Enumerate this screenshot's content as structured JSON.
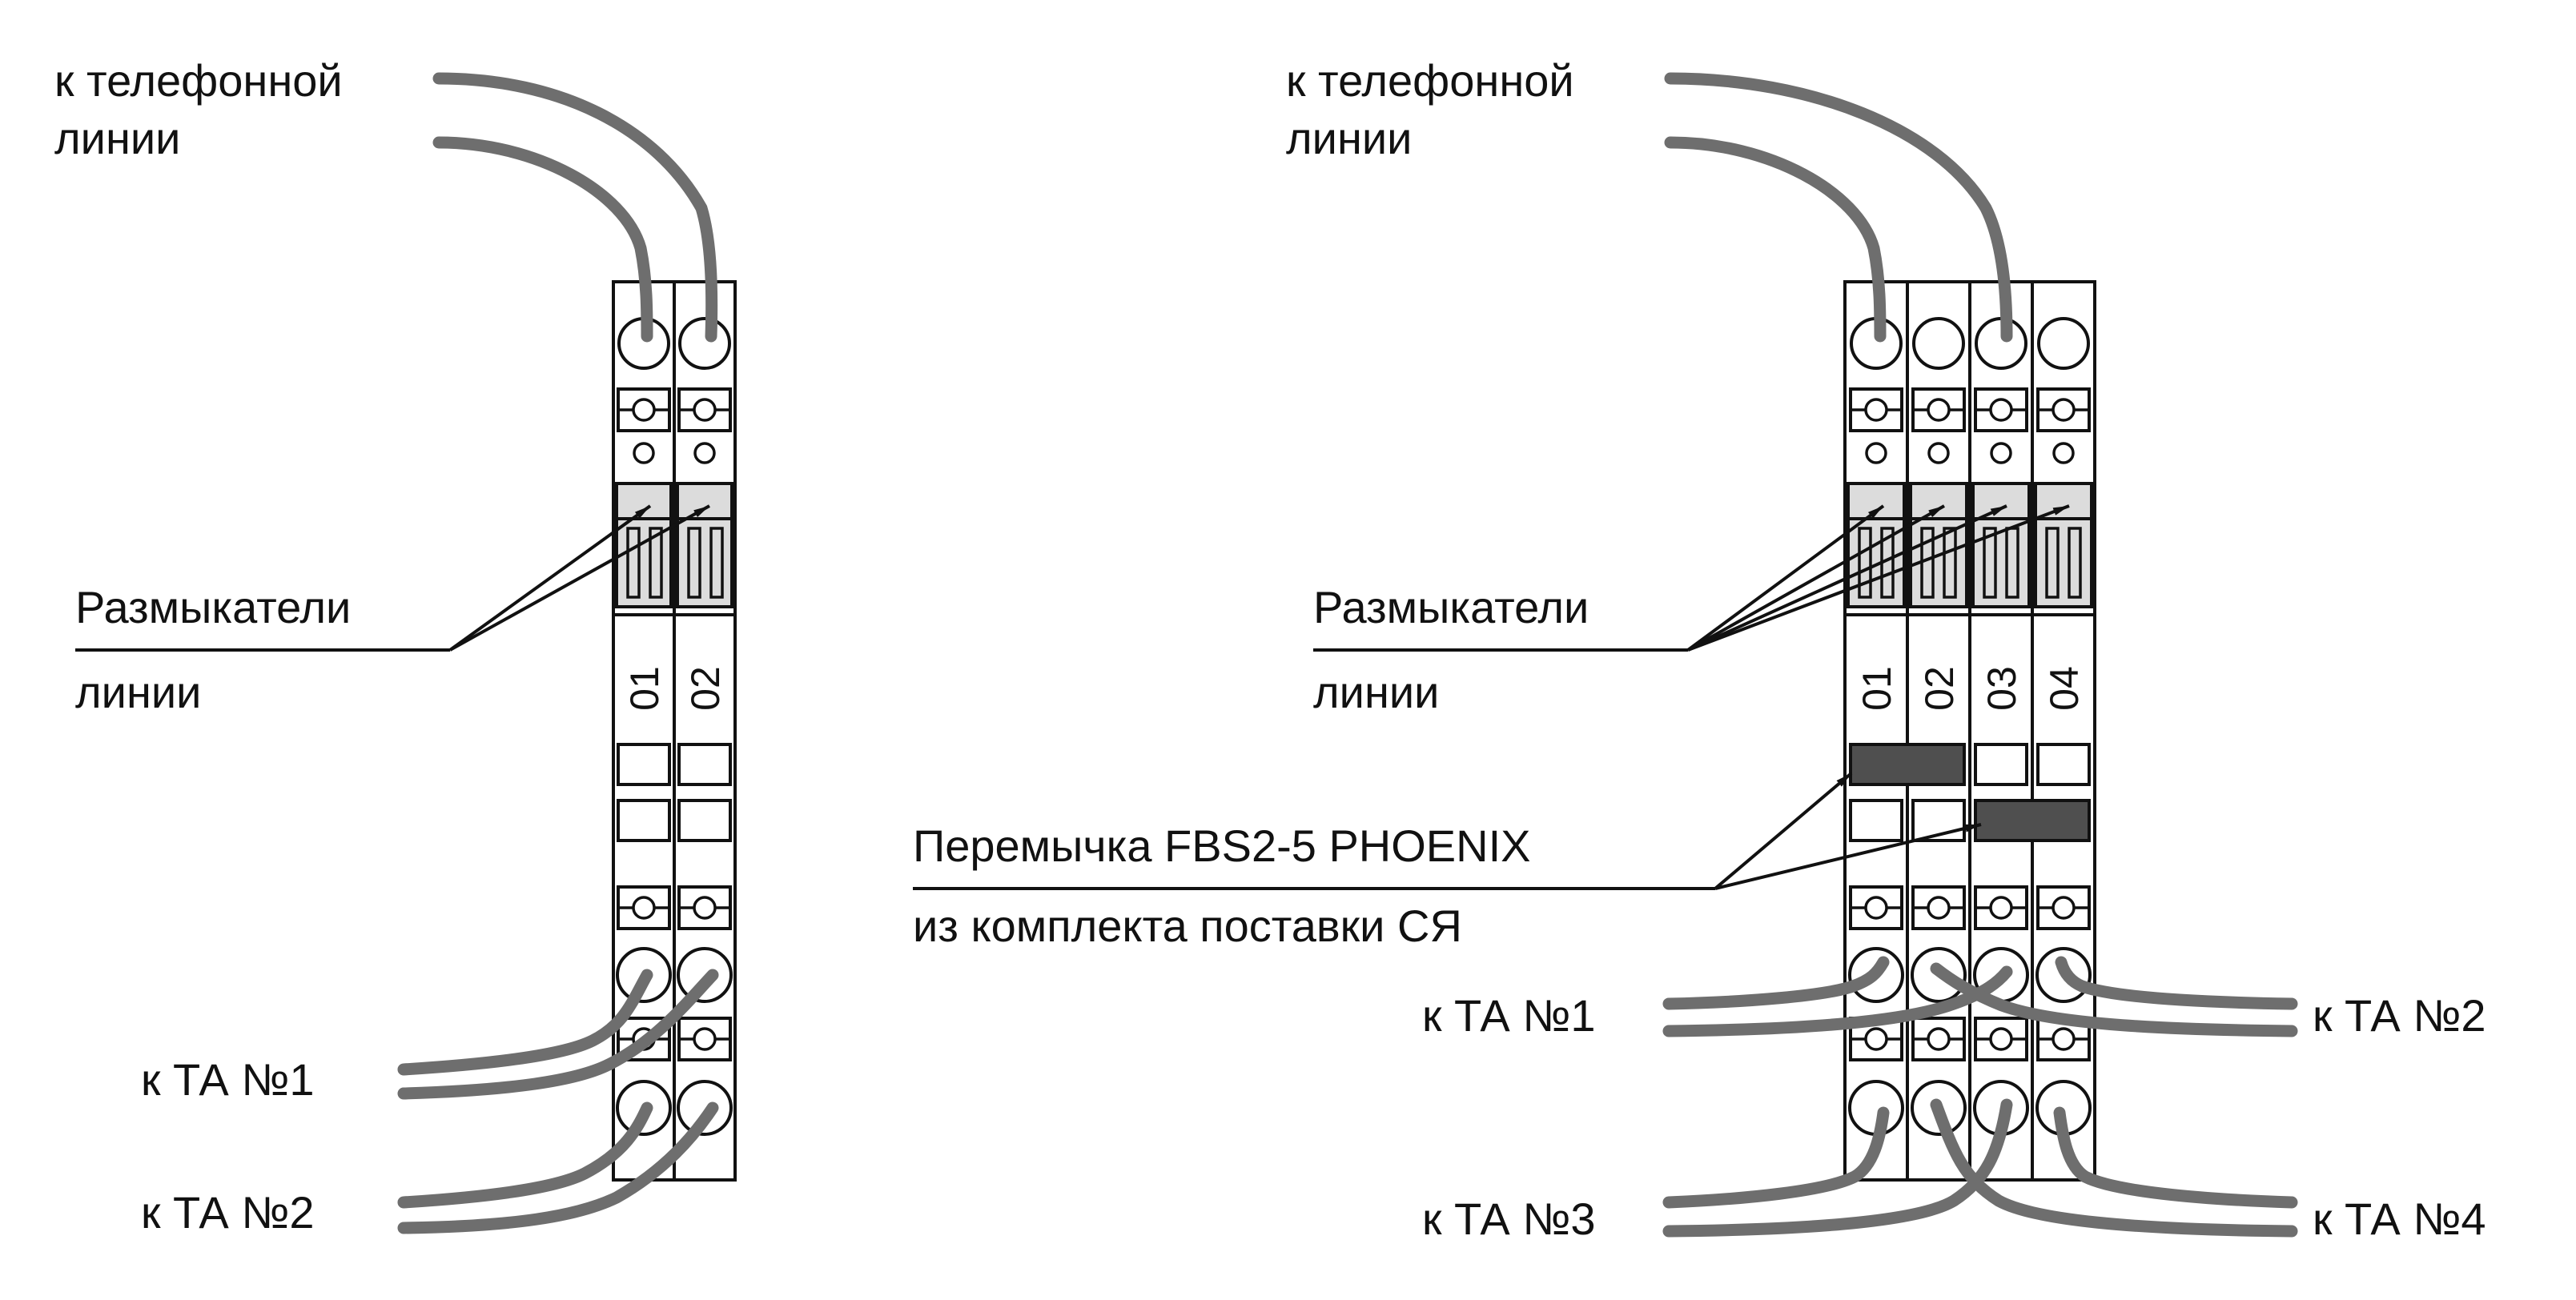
{
  "left": {
    "line_label": [
      "к телефонной",
      "линии"
    ],
    "disconnect_label": [
      "Размыкатели",
      "линии"
    ],
    "channels": [
      "01",
      "02"
    ],
    "ta_labels": [
      "к ТА №1",
      "к ТА №2"
    ]
  },
  "right": {
    "line_label": [
      "к телефонной",
      "линии"
    ],
    "disconnect_label": [
      "Размыкатели",
      "линии"
    ],
    "jumper_label": [
      "Перемычка FBS2-5 PHOENIX",
      "из комплекта поставки СЯ"
    ],
    "channels": [
      "01",
      "02",
      "03",
      "04"
    ],
    "ta_labels": [
      "к ТА №1",
      "к ТА №2",
      "к ТА №3",
      "к ТА №4"
    ]
  },
  "colors": {
    "wire": "#6e6e6e",
    "jumper": "#4f4f4f",
    "disconnector": "#dcdcdc",
    "outline": "#111111"
  }
}
